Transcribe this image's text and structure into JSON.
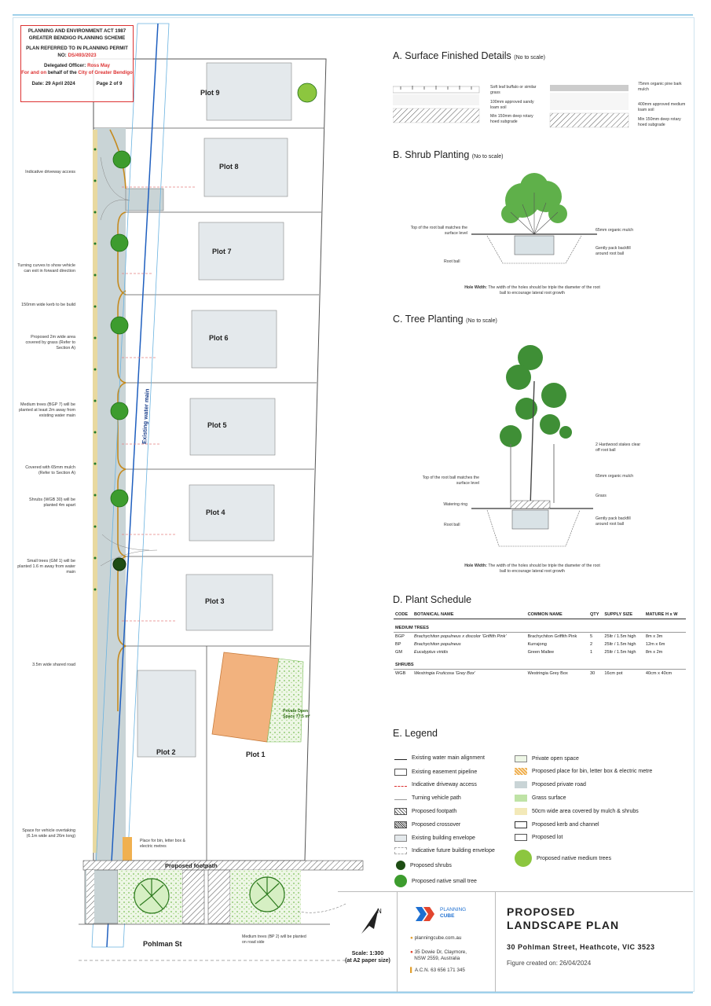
{
  "stamp": {
    "line1": "PLANNING AND ENVIRONMENT ACT 1987",
    "line2": "GREATER BENDIGO PLANNING SCHEME",
    "line3": "PLAN REFERRED TO IN PLANNING PERMIT",
    "permit_label": "NO:",
    "permit_no": "DS/493/2023",
    "officer_label": "Delegated Officer:",
    "officer_name": "Ross May",
    "behalf_prefix": "For and on",
    "behalf_text": "behalf of the",
    "behalf_city": "City of Greater Bendigo",
    "date": "Date: 29 April 2024",
    "page": "Page 2 of 9"
  },
  "site": {
    "plots": [
      "Plot 9",
      "Plot 8",
      "Plot 7",
      "Plot 6",
      "Plot 5",
      "Plot 4",
      "Plot 3",
      "Plot 2",
      "Plot 1"
    ],
    "water_main_label": "Existing water main",
    "private_open_space": "Private Open Space",
    "private_open_space_area": "77.5 m²",
    "footpath_label": "Proposed footpath",
    "street": "Pohlman St",
    "bin_note": "Place for bin, letter box & electric metres",
    "road_side_trees_note": "Medium trees (BP 2) will be planted on road side",
    "annotations": [
      "Indicative driveway access",
      "Turning curves to show vehicle can exit in forward direction",
      "150mm wide kerb to be build",
      "Proposed 2m wide area covered by grass (Refer to Section A)",
      "Medium trees (BGP 7) will be planted at least 2m away from existing water main",
      "Covered with 65mm mulch (Refer to Section A)",
      "Shrubs (WGB 30) will be planted 4m apart",
      "Small trees (GM 1) will be planted 1.6 m away from water main",
      "3.5m wide shared road",
      "Space for vehicle overtaking (6.1m wide and 26m long)"
    ]
  },
  "sections": {
    "a": {
      "title": "A. Surface Finished Details",
      "note": "(No to scale)",
      "labels": [
        "Soft leaf buffalo or similar grass",
        "100mm approved sandy loam soil",
        "Min 150mm deep rotary hoed subgrade",
        "75mm organic pine bark mulch",
        "400mm approved medium loam soil",
        "Min 150mm deep rotary hoed subgrade"
      ]
    },
    "b": {
      "title": "B. Shrub Planting",
      "note": "(No to scale)",
      "labels": [
        "Top of the root ball matches the surface level",
        "Root ball",
        "65mm organic mulch",
        "Gently pack backfill around root ball"
      ],
      "hole_bold": "Hole Width:",
      "hole_text": "The width of the holes should be triple the diameter of the root ball to encourage lateral root growth"
    },
    "c": {
      "title": "C. Tree Planting",
      "note": "(No to scale)",
      "labels": [
        "2 Hardwood stakes clear off root ball",
        "Top of the root ball matches the surface level",
        "65mm organic mulch",
        "Grass",
        "Watering ring",
        "Root ball",
        "Gently pack backfill around root ball"
      ],
      "hole_bold": "Hole Width:",
      "hole_text": "The width of the holes should be triple the diameter of the root ball to encourage lateral root growth"
    },
    "d": {
      "title": "D. Plant Schedule"
    },
    "e": {
      "title": "E. Legend"
    }
  },
  "schedule": {
    "headers": [
      "CODE",
      "BOTANICAL NAME",
      "COMMON NAME",
      "QTY",
      "SUPPLY SIZE",
      "MATURE H x W"
    ],
    "group1": "MEDIUM TREES",
    "trees": [
      {
        "code": "BGP",
        "botanical": "Brachychiton populneus x discolor 'Griffith Pink'",
        "common": "Brachychiton Griffith Pink",
        "qty": "5",
        "supply": "25ltr / 1.5m high",
        "mature": "8m x 3m"
      },
      {
        "code": "BP",
        "botanical": "Brachychiton populneus",
        "common": "Kurrajong",
        "qty": "2",
        "supply": "25ltr / 1.5m high",
        "mature": "12m x 6m"
      },
      {
        "code": "GM",
        "botanical": "Eucalyptus viridis",
        "common": "Green Mallee",
        "qty": "1",
        "supply": "25ltr / 1.5m high",
        "mature": "8m x 2m"
      }
    ],
    "group2": "SHRUBS",
    "shrubs": [
      {
        "code": "WGB",
        "botanical": "Westringia Fruticosa 'Grey Box'",
        "common": "Westringia Grey Box",
        "qty": "30",
        "supply": "16cm pot",
        "mature": "40cm x 40cm"
      }
    ]
  },
  "legend": {
    "left": [
      "Existing water main alignment",
      "Existing easement pipeline",
      "Indicative driveway access",
      "Turning vehicle path",
      "Proposed footpath",
      "Proposed crossover",
      "Existing building envelope",
      "Indicative future building envelope",
      "Proposed shrubs",
      "Proposed native small tree"
    ],
    "right": [
      "Private open space",
      "Proposed place for bin, letter box & electric metre",
      "Proposed private road",
      "Grass surface",
      "50cm wide area covered by mulch & shrubs",
      "Proposed kerb and channel",
      "Proposed lot",
      "Proposed native medium trees"
    ]
  },
  "titleblock": {
    "scale_line1": "Scale: 1:300",
    "scale_line2": "(at A2 paper size)",
    "brand1": "PLANNING",
    "brand2": "CUBE",
    "website": "planningcube.com.au",
    "address1": "35 Dowie Dr, Claymore,",
    "address2": "NSW 2559, Australia",
    "acn": "A.C.N. 63 656 171 345",
    "title1": "PROPOSED",
    "title2": "LANDSCAPE PLAN",
    "address": "30 Pohlman Street, Heathcote, VIC 3523",
    "date": "Figure created on: 26/04/2024"
  },
  "colors": {
    "water_main": "#1f5fbf",
    "road": "#c9d4d6",
    "building": "#e4e9ec",
    "private_open": "#f2b27e",
    "grass": "#bfe3a6",
    "tree": "#3d9c2e",
    "stamp": "#d33333"
  }
}
